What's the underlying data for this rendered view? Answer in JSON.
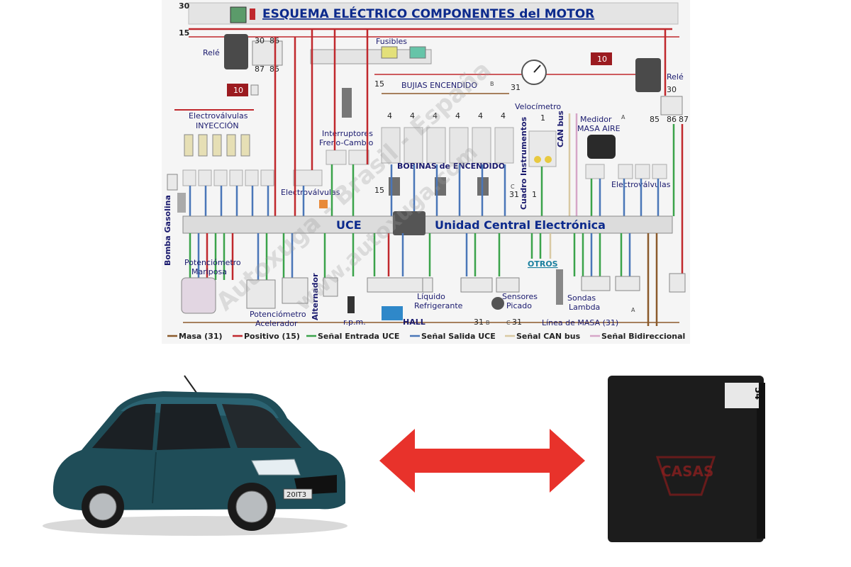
{
  "diagram": {
    "title": "ESQUEMA ELÉCTRICO COMPONENTES del MOTOR",
    "watermark_1": "Autoxuga - Brasil - España",
    "watermark_2": "www.autoxuga.com",
    "terminals": {
      "t30": "30",
      "t15": "15",
      "t31": "31",
      "r30": "30",
      "r86": "86",
      "r87": "87",
      "r85": "85",
      "b15": "15",
      "b31": "31",
      "b15b": "15",
      "b31b": "31",
      "rr30": "30",
      "rr85": "85",
      "rr86": "86",
      "rr87": "87",
      "hall31": "31",
      "hallB": "B",
      "c31": "31",
      "cC": "C",
      "fuse10a": "10",
      "fuse10b": "10",
      "one_a": "1",
      "one_b": "1",
      "bB": "B",
      "bC": "C",
      "bA": "A",
      "bA2": "A"
    },
    "coil_numbers": [
      "4",
      "4",
      "4",
      "4",
      "4",
      "4"
    ],
    "labels": {
      "rele_left": "Relé",
      "fusibles": "Fusibles",
      "rele_right": "Relé",
      "bujias": "BUJIAS ENCENDIDO",
      "electrovalvulas_inyeccion_1": "Electroválvulas",
      "electrovalvulas_inyeccion_2": "INYECCIÓN",
      "interruptores_1": "Interruptores",
      "interruptores_2": "Freno-Cambio",
      "velocimetro": "Velocímetro",
      "can_bus": "CAN bus",
      "medidor_1": "Medidor",
      "medidor_2": "MASA AIRE",
      "bobinas": "BOBINAS de ENCENDIDO",
      "cuadro": "Cuadro Instrumentos",
      "electrovalvulas_mid": "Electroválvulas",
      "electrovalvulas_right": "Electroválvulas",
      "bomba": "Bomba Gasolina",
      "uce": "UCE",
      "unidad": "Unidad Central Electrónica",
      "potenciometro_mariposa_1": "Potenciómetro",
      "potenciometro_mariposa_2": "Mariposa",
      "potenciometro_acelerador_1": "Potenciómetro",
      "potenciometro_acelerador_2": "Acelerador",
      "alternador": "Alternador",
      "rpm": "r.p.m.",
      "hall": "HALL",
      "liquido_1": "Líquido",
      "liquido_2": "Refrigerante",
      "sensores_1": "Sensores",
      "sensores_2": "Picado",
      "otros": "OTROS",
      "sondas_1": "Sondas",
      "sondas_2": "Lambda",
      "linea_masa": "Línea de MASA (31)"
    },
    "legend": [
      {
        "label": "Masa (31)",
        "color": "#8b5a2b"
      },
      {
        "label": "Positivo (15)",
        "color": "#c0282d"
      },
      {
        "label": "Señal Entrada UCE",
        "color": "#3aa34a"
      },
      {
        "label": "Señal Salida UCE",
        "color": "#4a76b8"
      },
      {
        "label": "Señal CAN bus",
        "color": "#d9c9a3"
      },
      {
        "label": "Señal Bidireccional",
        "color": "#d6a6c8"
      }
    ]
  },
  "car": {
    "plate": "20IT3"
  },
  "ecu": {
    "brand": "CASAS",
    "label_code": "54"
  },
  "colors": {
    "arrow": "#e8322b",
    "car_body": "#1f4d58",
    "ecu_body": "#1c1c1c",
    "title": "#0c2a8c"
  }
}
